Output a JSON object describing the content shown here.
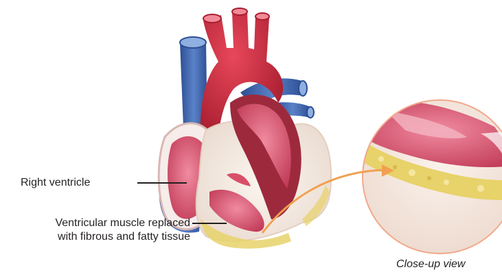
{
  "labels": {
    "right_ventricle": "Right ventricle",
    "ventricular_muscle_line1": "Ventricular muscle replaced",
    "ventricular_muscle_line2": "with fibrous and fatty tissue",
    "close_up": "Close-up view"
  },
  "colors": {
    "aorta_red": "#c8283a",
    "vein_blue": "#3a5fa8",
    "muscle_pink": "#d94f68",
    "fibrous_tissue": "#f1e6dc",
    "fatty_tissue": "#e8d26a",
    "arrow_orange": "#f0a050",
    "closeup_border": "#f2a88c"
  }
}
